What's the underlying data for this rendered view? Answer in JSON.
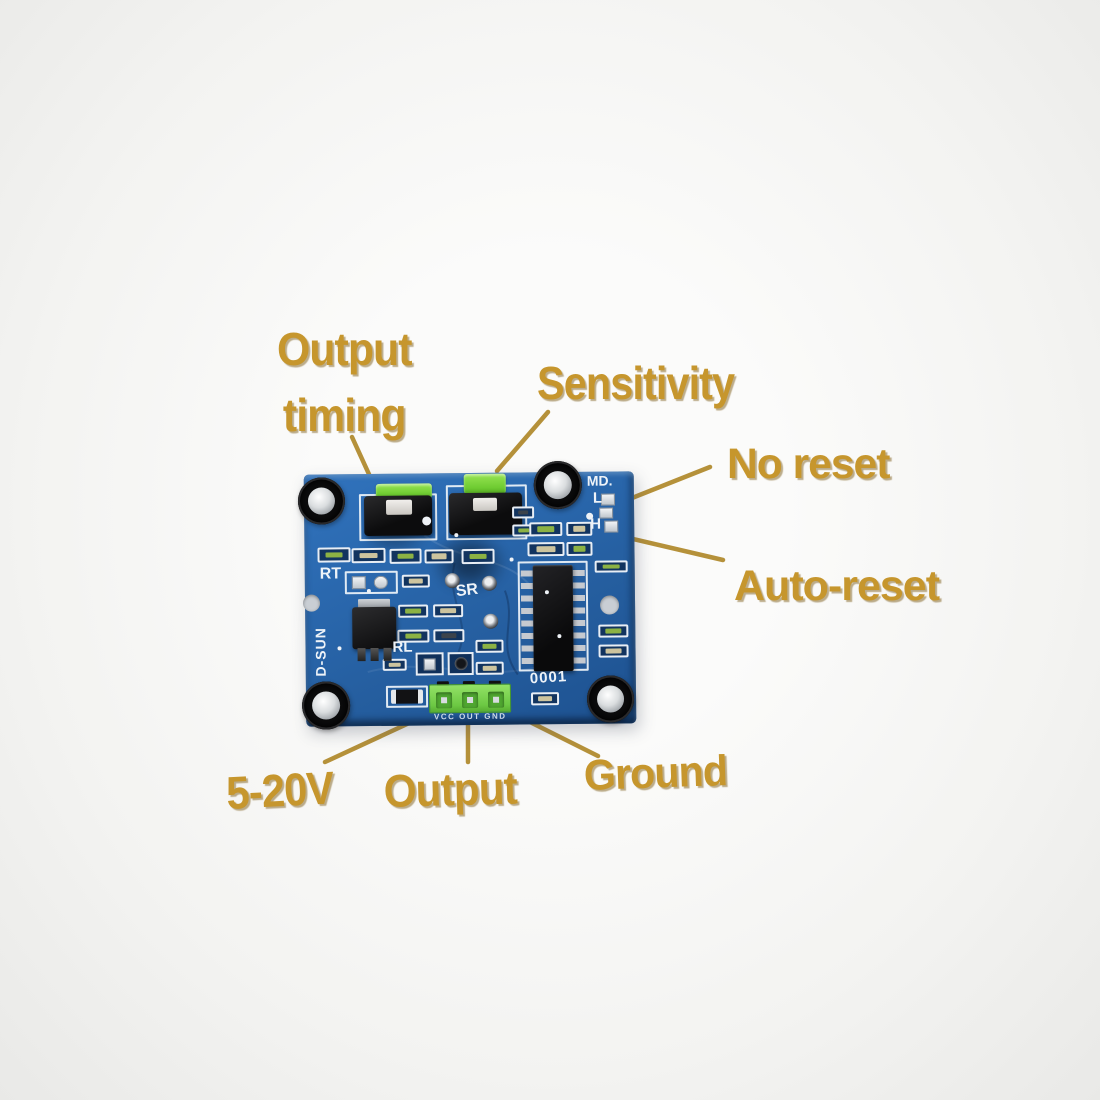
{
  "scene": {
    "description": "Annotated photo diagram of a PIR motion sensor module (solder side) with pin and adjustment callouts",
    "background_color": "#f3f3f1"
  },
  "colors": {
    "label_gold": "#c6962d",
    "pointer_line_gold": "#b28c30",
    "pcb_blue": "#2a68ae",
    "trimmer_green": "#6ecb31",
    "header_green": "#6cc843"
  },
  "annotations": {
    "output_timing_line1": "Output",
    "output_timing_line2": "timing",
    "sensitivity": "Sensitivity",
    "no_reset": "No reset",
    "auto_reset": "Auto-reset",
    "power": "5-20V",
    "output": "Output",
    "ground": "Ground"
  },
  "board_silkscreen": {
    "mode": "MD.",
    "jumper_low": "L",
    "jumper_high": "H",
    "rt": "RT",
    "sr": "SR",
    "rl": "RL",
    "brand": "D-SUN",
    "serial": "0001",
    "pin_labels": "VCC OUT GND"
  }
}
